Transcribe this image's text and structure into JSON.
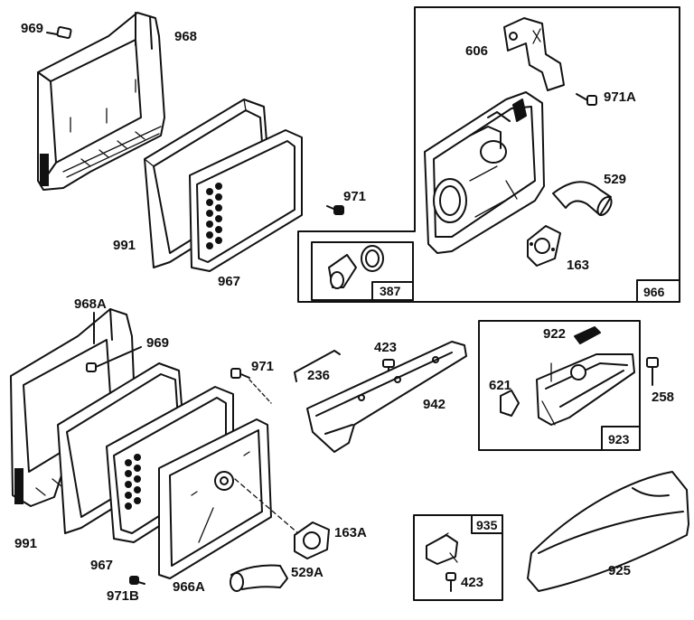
{
  "labels": {
    "p969_top": "969",
    "p968": "968",
    "p991_top": "991",
    "p967_top": "967",
    "p971_mid": "971",
    "p606": "606",
    "p971A": "971A",
    "p529": "529",
    "p163": "163",
    "p387": "387",
    "p966": "966",
    "p968A": "968A",
    "p969_bot": "969",
    "p971_bot": "971",
    "p991_bot": "991",
    "p967_bot": "967",
    "p966A": "966A",
    "p971B": "971B",
    "p163A": "163A",
    "p529A": "529A",
    "p423_mid": "423",
    "p236": "236",
    "p942": "942",
    "p922": "922",
    "p621": "621",
    "p258": "258",
    "p923": "923",
    "p935": "935",
    "p423_bot": "423",
    "p925": "925"
  }
}
